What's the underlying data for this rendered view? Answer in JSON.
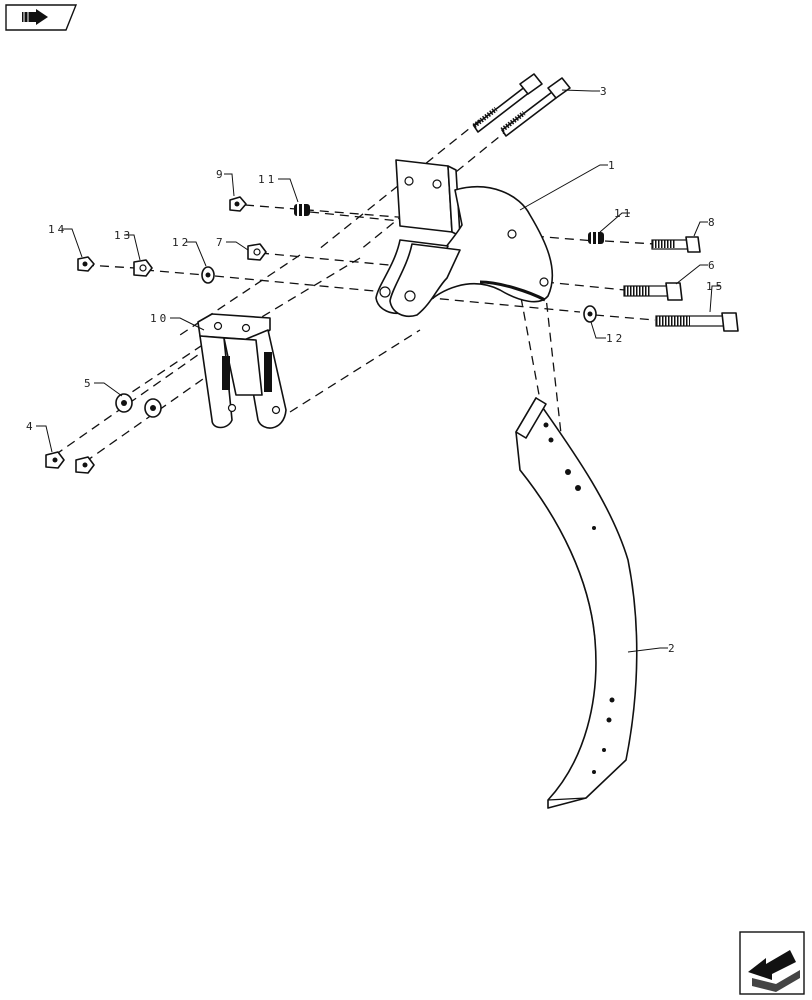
{
  "navigation": {
    "back_icon": "book-arrow-icon",
    "next_icon": "next-page-arrow-icon"
  },
  "diagram": {
    "callouts": [
      {
        "id": "c1",
        "label": "1"
      },
      {
        "id": "c2",
        "label": "2"
      },
      {
        "id": "c3",
        "label": "3"
      },
      {
        "id": "c4",
        "label": "4"
      },
      {
        "id": "c5",
        "label": "5"
      },
      {
        "id": "c6",
        "label": "6"
      },
      {
        "id": "c7",
        "label": "7"
      },
      {
        "id": "c8",
        "label": "8"
      },
      {
        "id": "c9",
        "label": "9"
      },
      {
        "id": "c10",
        "label": "10"
      },
      {
        "id": "c11a",
        "label": "11"
      },
      {
        "id": "c11b",
        "label": "11"
      },
      {
        "id": "c12a",
        "label": "12"
      },
      {
        "id": "c12b",
        "label": "12"
      },
      {
        "id": "c13",
        "label": "13"
      },
      {
        "id": "c14",
        "label": "14"
      },
      {
        "id": "c15",
        "label": "15"
      }
    ]
  }
}
